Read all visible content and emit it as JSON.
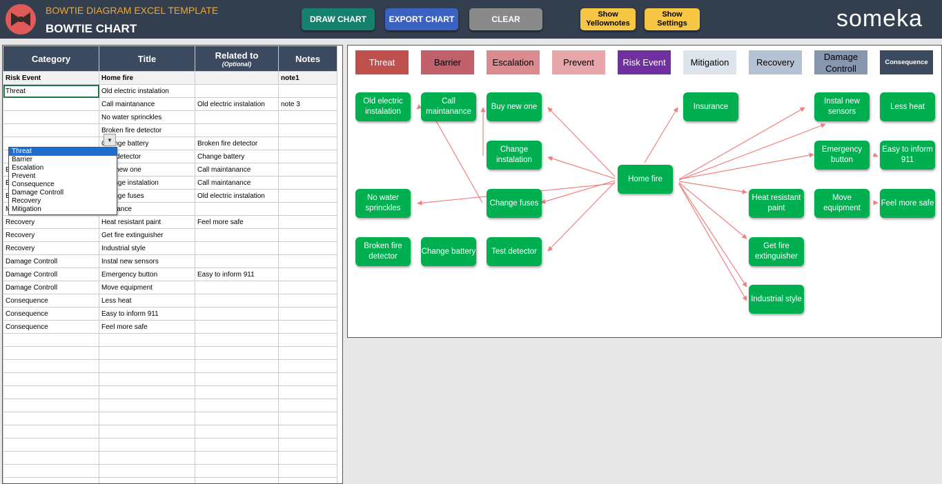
{
  "header": {
    "app_subtitle": "BOWTIE DIAGRAM EXCEL TEMPLATE",
    "app_title": "BOWTIE CHART",
    "brand": "someka",
    "buttons": {
      "draw_chart": "DRAW CHART",
      "export_chart": "EXPORT CHART",
      "clear": "CLEAR",
      "show_yellownotes_1": "Show",
      "show_yellownotes_2": "Yellownotes",
      "show_settings_1": "Show",
      "show_settings_2": "Settings"
    }
  },
  "table": {
    "headers": {
      "category": "Category",
      "title": "Title",
      "related": "Related to",
      "related_note": "(Optional)",
      "notes": "Notes"
    },
    "rows": [
      [
        "Risk Event",
        "Home fire",
        "",
        "note1"
      ],
      [
        "Threat",
        "Old electric instalation",
        "",
        ""
      ],
      [
        "",
        "Call maintanance",
        "Old electric instalation",
        "note 3"
      ],
      [
        "",
        "No water sprinckles",
        "",
        ""
      ],
      [
        "",
        "Broken fire detector",
        "",
        ""
      ],
      [
        "",
        "Change battery",
        "Broken fire detector",
        ""
      ],
      [
        "",
        "Test detector",
        "Change battery",
        ""
      ],
      [
        "Escalation",
        "Buy new one",
        "Call maintanance",
        ""
      ],
      [
        "Escalation",
        "Change instalation",
        "Call maintanance",
        ""
      ],
      [
        "Escalation",
        "Change fuses",
        "Old electric instalation",
        ""
      ],
      [
        "Mitigation",
        "Insurance",
        "",
        ""
      ],
      [
        "Recovery",
        "Heat resistant paint",
        "Feel more safe",
        ""
      ],
      [
        "Recovery",
        "Get fire extinguisher",
        "",
        ""
      ],
      [
        "Recovery",
        "Industrial style",
        "",
        ""
      ],
      [
        "Damage Controll",
        "Instal new sensors",
        "",
        ""
      ],
      [
        "Damage Controll",
        "Emergency button",
        "Easy to inform 911",
        ""
      ],
      [
        "Damage Controll",
        "Move equipment",
        "",
        ""
      ],
      [
        "Consequence",
        "Less heat",
        "",
        ""
      ],
      [
        "Consequence",
        "Easy to inform 911",
        "",
        ""
      ],
      [
        "Consequence",
        "Feel more safe",
        "",
        ""
      ]
    ],
    "empty_rows": 12
  },
  "dropdown": {
    "selected": "Threat",
    "options": [
      "Threat",
      "Barrier",
      "Escalation",
      "Prevent",
      "Consequence",
      "Damage Controll",
      "Recovery",
      "Mitigation"
    ]
  },
  "legend": [
    {
      "label": "Threat",
      "bg": "#c0504d",
      "fg": "#ffffff"
    },
    {
      "label": "Barrier",
      "bg": "#c0606a",
      "fg": "#000000"
    },
    {
      "label": "Escalation",
      "bg": "#da8b8f",
      "fg": "#000000"
    },
    {
      "label": "Prevent",
      "bg": "#e6a6aa",
      "fg": "#000000"
    },
    {
      "label": "Risk Event",
      "bg": "#7030a0",
      "fg": "#ffffff"
    },
    {
      "label": "Mitigation",
      "bg": "#dde4ec",
      "fg": "#000000"
    },
    {
      "label": "Recovery",
      "bg": "#b4c2d4",
      "fg": "#000000"
    },
    {
      "label": "Damage Controll",
      "bg": "#8696ad",
      "fg": "#000000"
    },
    {
      "label": "Consequence",
      "bg": "#3b4a5f",
      "fg": "#ffffff"
    }
  ],
  "nodes": {
    "old_electric": "Old electric instalation",
    "call_maint": "Call maintanance",
    "buy_new": "Buy new one",
    "change_inst": "Change instalation",
    "no_water": "No water sprinckles",
    "change_fuses": "Change fuses",
    "broken_fire": "Broken fire detector",
    "change_battery": "Change battery",
    "test_detector": "Test detector",
    "home_fire": "Home fire",
    "insurance": "Insurance",
    "instal_sensors": "Instal new sensors",
    "less_heat": "Less heat",
    "emergency_button": "Emergency button",
    "easy_911": "Easy to inform 911",
    "heat_paint": "Heat resistant paint",
    "move_equipment": "Move equipment",
    "feel_safe": "Feel more safe",
    "get_extinguisher": "Get fire extinguisher",
    "industrial_style": "Industrial style"
  },
  "colors": {
    "node": "#00b050",
    "connector": "#f08080",
    "header": "#333f4f",
    "accent_orange": "#f0a630"
  }
}
